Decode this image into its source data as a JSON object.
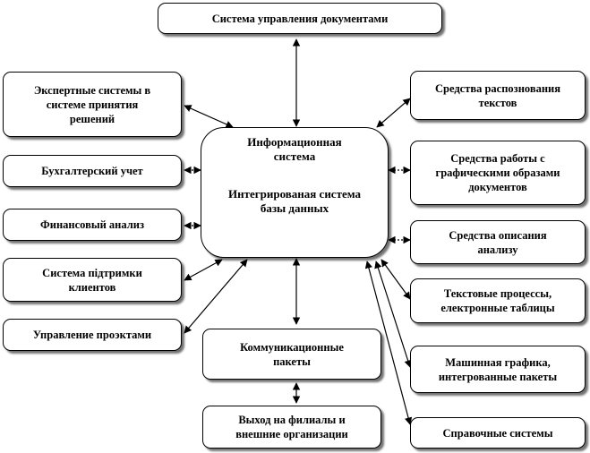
{
  "center": {
    "line1": "Информационная\nсистема",
    "line2": "Интегрированая система\nбазы данных"
  },
  "boxes": {
    "top": "Система управления документами",
    "expert": "Экспертные системы в\nсистеме принятия\nрешений",
    "accounting": "Бухгалтерский  учет",
    "finance": "Финансовый анализ",
    "support": "Система підтримки\nклиентов",
    "projects": "Управление проэктами",
    "comm": "Коммуникационные\nпакеты",
    "exit": "Выход  на филиалы и\nвнешние организации",
    "recognition": "Средства распознования\nтекстов",
    "graphics": "Средства работы с\nграфическими  образами\nдокументов",
    "description": "Средства описания\nанализу",
    "text": "Текстовые процессы,\nелектронные таблицы",
    "machine": "Машинная графика,\nинтегрованные пакеты",
    "reference": "Справочные системы"
  },
  "colors": {
    "line": "#000000",
    "box_border": "#000000",
    "shadow": "#555555"
  }
}
